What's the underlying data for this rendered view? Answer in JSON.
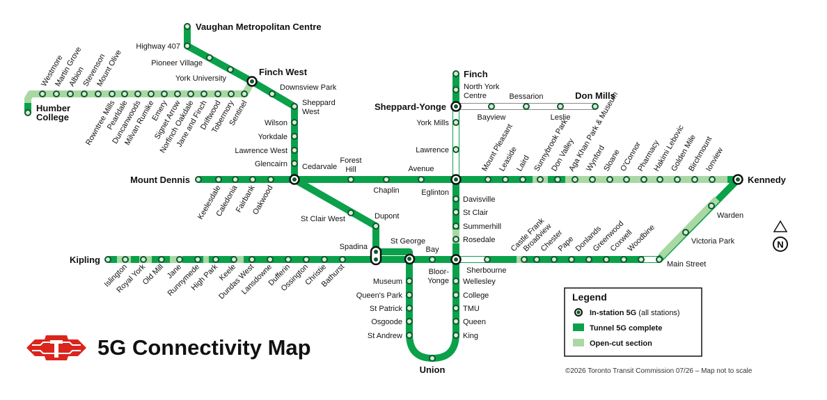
{
  "title": "5G Connectivity Map",
  "copyright": "©2026 Toronto Transit Commission 07/26 – Map not to scale",
  "legend": {
    "title": "Legend",
    "item_station": "In-station 5G",
    "item_station_note": "(all stations)",
    "item_tunnel": "Tunnel 5G complete",
    "item_open": "Open-cut section"
  },
  "compass": "N",
  "colors": {
    "tunnel": "#0aa14a",
    "open_cut": "#a9d8a4",
    "station_fill": "#d7ead7",
    "station_ring": "#0c5a2c",
    "logo_red": "#da251d"
  },
  "lines": {
    "line1": {
      "western_branch": [
        "Vaughan Metropolitan Centre",
        "Highway 407",
        "Pioneer Village",
        "York University",
        "Finch West",
        "Downsview Park",
        "Sheppard West",
        "Wilson",
        "Yorkdale",
        "Lawrence West",
        "Glencairn",
        "St Clair West",
        "Dupont",
        "Spadina",
        "St George",
        "Museum",
        "Queen's Park",
        "St Patrick",
        "Osgoode",
        "St Andrew",
        "Union"
      ],
      "eastern_branch": [
        "King",
        "Queen",
        "TMU",
        "College",
        "Wellesley",
        "Bloor-Yonge",
        "Rosedale",
        "Summerhill",
        "St Clair",
        "Davisville",
        "Eglinton",
        "Lawrence",
        "York Mills",
        "Sheppard-Yonge",
        "North York Centre",
        "Finch"
      ]
    },
    "line2": [
      "Kipling",
      "Islington",
      "Royal York",
      "Old Mill",
      "Jane",
      "Runnymede",
      "High Park",
      "Keele",
      "Dundas West",
      "Lansdowne",
      "Dufferin",
      "Ossington",
      "Christie",
      "Bathurst",
      "Spadina",
      "St George",
      "Bay",
      "Bloor-Yonge",
      "Sherbourne",
      "Castle Frank",
      "Broadview",
      "Chester",
      "Pape",
      "Donlands",
      "Greenwood",
      "Coxwell",
      "Woodbine",
      "Main Street",
      "Victoria Park",
      "Warden",
      "Kennedy"
    ],
    "line4": [
      "Sheppard-Yonge",
      "Bayview",
      "Bessarion",
      "Leslie",
      "Don Mills"
    ],
    "line5": [
      "Mount Dennis",
      "Keelesdale",
      "Caledonia",
      "Fairbank",
      "Oakwood",
      "Cedarvale",
      "Forest Hill",
      "Chaplin",
      "Avenue",
      "Eglinton",
      "Mount Pleasant",
      "Leaside",
      "Laird",
      "Sunnybrook Park",
      "Don Valley",
      "Aga Khan Park & Museum",
      "Wynford",
      "Sloane",
      "O'Connor",
      "Pharmacy",
      "Hakimi Lebovic",
      "Golden Mile",
      "Birchmount",
      "Ionview",
      "Kennedy"
    ],
    "line6": [
      "Humber College",
      "Westmore",
      "Martin Grove",
      "Albion",
      "Stevenson",
      "Mount Olive",
      "Rowntree Mills",
      "Pearldale",
      "Duncanwoods",
      "Milvan Rumike",
      "Emery",
      "Signet Arrow",
      "Norfinch Oakdale",
      "Jane and Finch",
      "Driftwood",
      "Tobermory",
      "Sentinel",
      "Finch West"
    ]
  }
}
